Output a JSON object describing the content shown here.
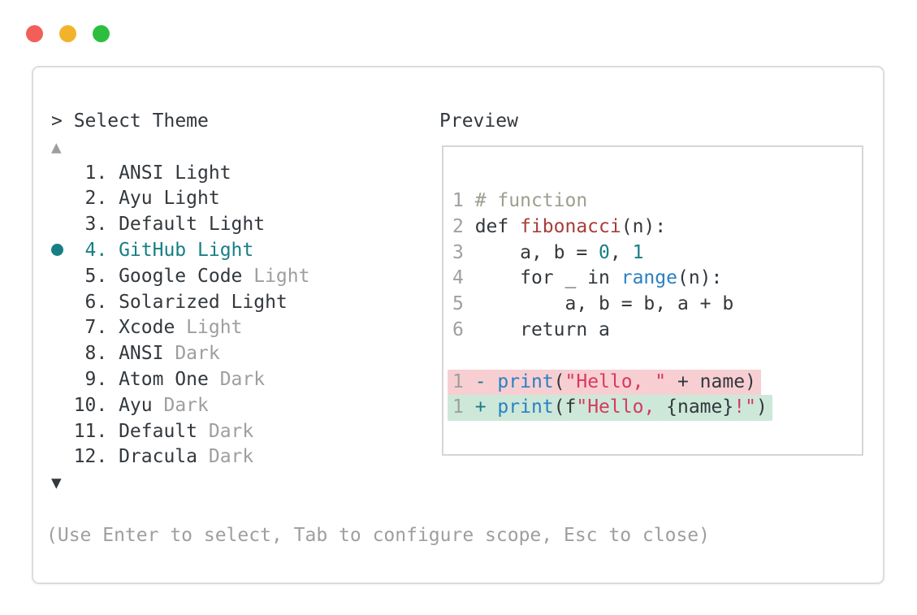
{
  "palette": {
    "traffic_red": "#f25f58",
    "traffic_yellow": "#f2b32c",
    "traffic_green": "#2ebe3f",
    "window_border": "#dcdcdc",
    "preview_border": "#d6d6d6",
    "text_dark": "#33383d",
    "text_gray": "#9e9e9e",
    "accent_teal": "#177e85",
    "line_number": "#9f9f9f",
    "comment": "#9ba08f",
    "func_name": "#a93c38",
    "builtin_blue": "#2a80c2",
    "string_red": "#d8395e",
    "diff_del_bg": "#f7cfd3",
    "diff_add_bg": "#cde8d8"
  },
  "window_controls": [
    {
      "name": "close",
      "color": "#f25f58"
    },
    {
      "name": "minimize",
      "color": "#f2b32c"
    },
    {
      "name": "zoom",
      "color": "#2ebe3f"
    }
  ],
  "theme_picker": {
    "prompt": "> Select Theme",
    "up_arrow": "▲",
    "down_arrow": "▼",
    "items": [
      {
        "number": "1",
        "name": "ANSI Light",
        "variant": "",
        "selected": false
      },
      {
        "number": "2",
        "name": "Ayu Light",
        "variant": "",
        "selected": false
      },
      {
        "number": "3",
        "name": "Default Light",
        "variant": "",
        "selected": false
      },
      {
        "number": "4",
        "name": "GitHub Light",
        "variant": "",
        "selected": true
      },
      {
        "number": "5",
        "name": "Google Code",
        "variant": "Light",
        "selected": false
      },
      {
        "number": "6",
        "name": "Solarized Light",
        "variant": "",
        "selected": false
      },
      {
        "number": "7",
        "name": "Xcode",
        "variant": "Light",
        "selected": false
      },
      {
        "number": "8",
        "name": "ANSI",
        "variant": "Dark",
        "selected": false
      },
      {
        "number": "9",
        "name": "Atom One",
        "variant": "Dark",
        "selected": false
      },
      {
        "number": "10",
        "name": "Ayu",
        "variant": "Dark",
        "selected": false
      },
      {
        "number": "11",
        "name": "Default",
        "variant": "Dark",
        "selected": false
      },
      {
        "number": "12",
        "name": "Dracula",
        "variant": "Dark",
        "selected": false
      }
    ],
    "hint": "(Use Enter to select, Tab to configure scope, Esc to close)"
  },
  "preview": {
    "label": "Preview",
    "code_lines": [
      {
        "bg": "",
        "segs": [
          {
            "t": "1 ",
            "c": "ln"
          },
          {
            "t": "# function",
            "c": "comment"
          }
        ]
      },
      {
        "bg": "",
        "segs": [
          {
            "t": "2 ",
            "c": "ln"
          },
          {
            "t": "def ",
            "c": "plain"
          },
          {
            "t": "fibonacci",
            "c": "fname"
          },
          {
            "t": "(n):",
            "c": "plain"
          }
        ]
      },
      {
        "bg": "",
        "segs": [
          {
            "t": "3 ",
            "c": "ln"
          },
          {
            "t": "    a, b = ",
            "c": "plain"
          },
          {
            "t": "0",
            "c": "number"
          },
          {
            "t": ", ",
            "c": "plain"
          },
          {
            "t": "1",
            "c": "number"
          }
        ]
      },
      {
        "bg": "",
        "segs": [
          {
            "t": "4 ",
            "c": "ln"
          },
          {
            "t": "    for _ in ",
            "c": "plain"
          },
          {
            "t": "range",
            "c": "builtin"
          },
          {
            "t": "(n):",
            "c": "plain"
          }
        ]
      },
      {
        "bg": "",
        "segs": [
          {
            "t": "5 ",
            "c": "ln"
          },
          {
            "t": "        a, b = b, a + b",
            "c": "plain"
          }
        ]
      },
      {
        "bg": "",
        "segs": [
          {
            "t": "6 ",
            "c": "ln"
          },
          {
            "t": "    return a",
            "c": "plain"
          }
        ]
      },
      {
        "bg": "",
        "segs": []
      },
      {
        "bg": "del",
        "segs": [
          {
            "t": "1 ",
            "c": "ln"
          },
          {
            "t": "- ",
            "c": "marker"
          },
          {
            "t": "print",
            "c": "builtin"
          },
          {
            "t": "(",
            "c": "plain"
          },
          {
            "t": "\"Hello, \"",
            "c": "string"
          },
          {
            "t": " + name)",
            "c": "plain"
          }
        ]
      },
      {
        "bg": "add",
        "segs": [
          {
            "t": "1 ",
            "c": "ln"
          },
          {
            "t": "+ ",
            "c": "marker"
          },
          {
            "t": "print",
            "c": "builtin"
          },
          {
            "t": "(f",
            "c": "plain"
          },
          {
            "t": "\"Hello, ",
            "c": "string"
          },
          {
            "t": "{name}",
            "c": "plain"
          },
          {
            "t": "!\"",
            "c": "string"
          },
          {
            "t": ")",
            "c": "plain"
          }
        ]
      }
    ]
  }
}
